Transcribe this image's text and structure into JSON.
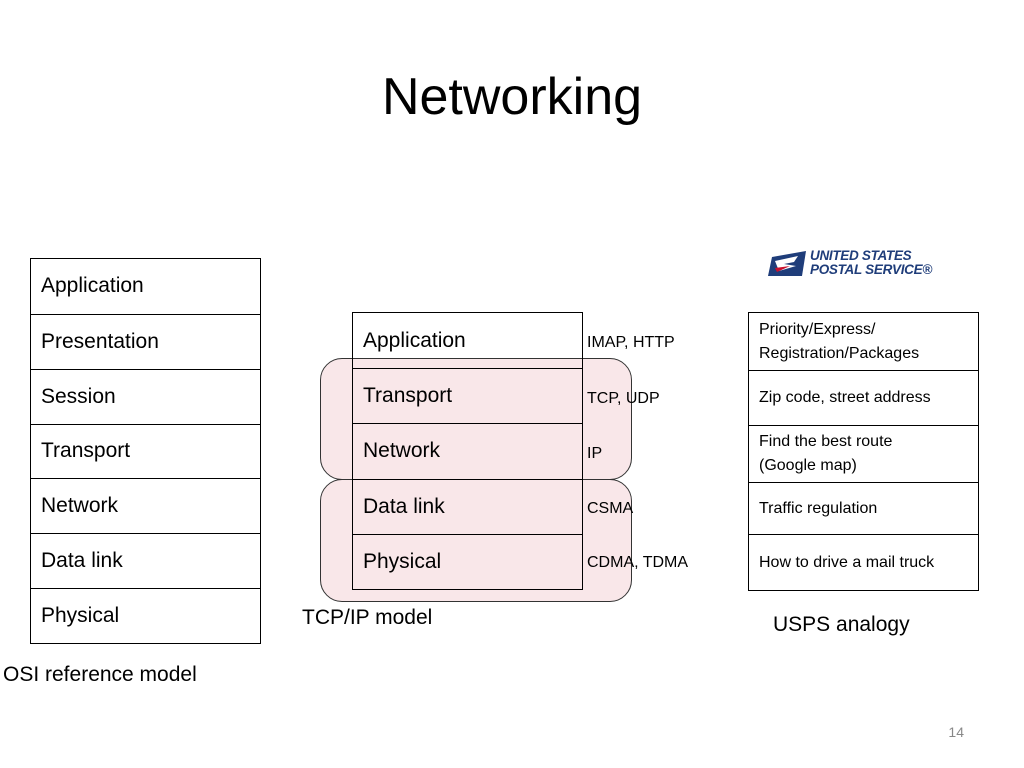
{
  "title": "Networking",
  "osi_model": {
    "caption": "OSI reference model",
    "layers": [
      "Application",
      "Presentation",
      "Session",
      "Transport",
      "Network",
      "Data link",
      "Physical"
    ]
  },
  "tcpip_model": {
    "caption": "TCP/IP model",
    "layers": [
      "Application",
      "Transport",
      "Network",
      "Data link",
      "Physical"
    ],
    "protocols": [
      "IMAP, HTTP",
      "TCP, UDP",
      "IP",
      "CSMA",
      "CDMA, TDMA"
    ]
  },
  "usps": {
    "logo_line1": "UNITED STATES",
    "logo_line2": "POSTAL SERVICE®",
    "caption": "USPS analogy",
    "rows": [
      [
        "Priority/Express/",
        "Registration/Packages"
      ],
      [
        "Zip code, street address"
      ],
      [
        "Find the best route",
        "(Google map)"
      ],
      [
        "Traffic regulation"
      ],
      [
        "How to drive a mail truck"
      ]
    ]
  },
  "colors": {
    "highlight": "#eaaab0",
    "logo_blue": "#1f3d7a"
  },
  "page_number": "14"
}
